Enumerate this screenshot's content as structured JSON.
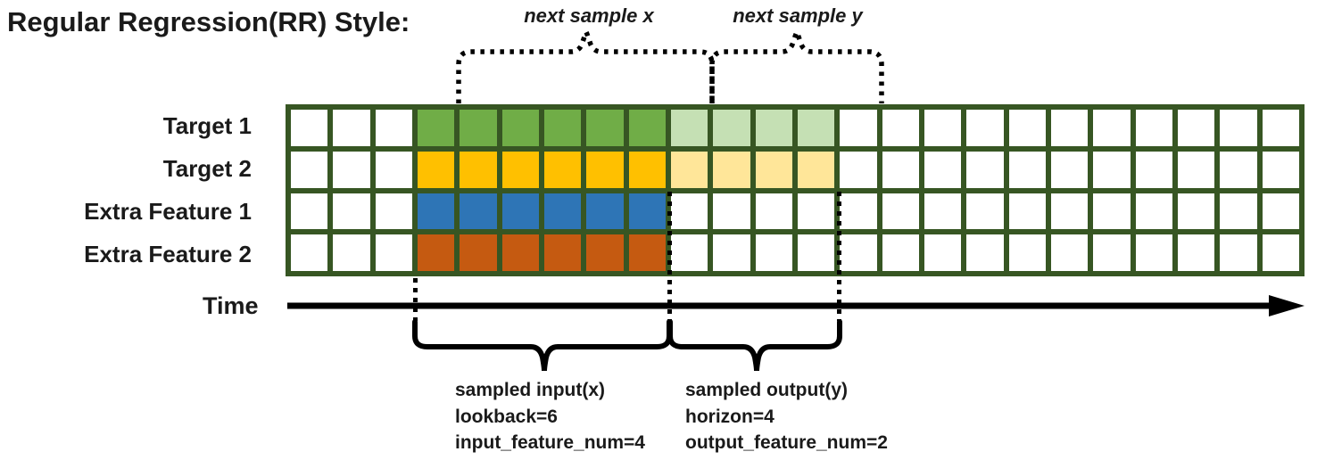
{
  "title": "Regular Regression(RR) Style:",
  "annotations": {
    "next_sample_x": "next sample x",
    "next_sample_y": "next sample y",
    "time_label": "Time",
    "sampled_input": {
      "title": "sampled input(x)",
      "lookback": "lookback=6",
      "feature_num": "input_feature_num=4"
    },
    "sampled_output": {
      "title": "sampled output(y)",
      "horizon": "horizon=4",
      "feature_num": "output_feature_num=2"
    }
  },
  "grid": {
    "columns": 24,
    "input_start_col": 3,
    "lookback": 6,
    "horizon": 4,
    "border_color": "#375623",
    "cell_color": "#ffffff",
    "rows": [
      {
        "label": "Target 1",
        "input_color": "#70AD47",
        "output_color": "#C5E0B4"
      },
      {
        "label": "Target 2",
        "input_color": "#FFC000",
        "output_color": "#FFE699"
      },
      {
        "label": "Extra Feature 1",
        "input_color": "#2E75B6",
        "output_color": null
      },
      {
        "label": "Extra Feature 2",
        "input_color": "#C55A11",
        "output_color": null
      }
    ]
  },
  "colors": {
    "annotation": "#000000"
  }
}
